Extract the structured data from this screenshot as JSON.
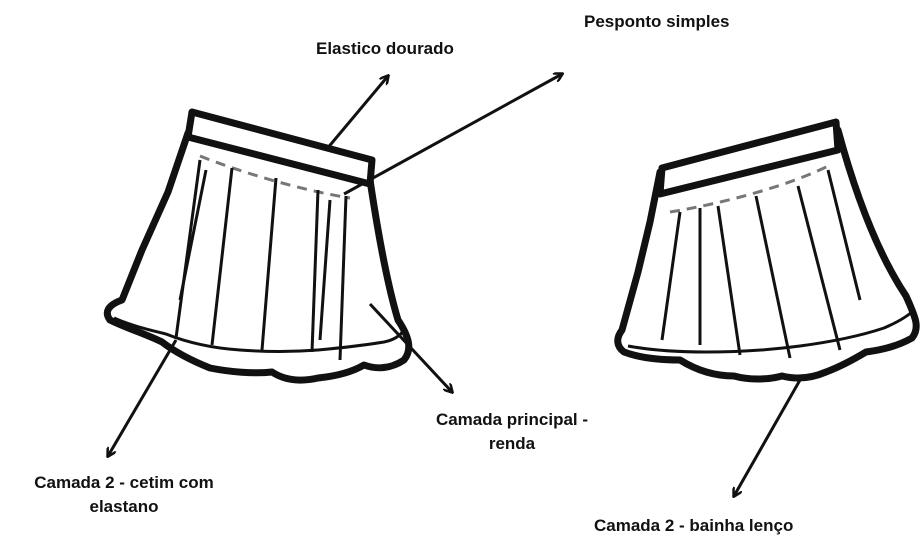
{
  "labels": {
    "elastico": "Elastico dourado",
    "pesponto": "Pesponto simples",
    "camada_principal": "Camada principal - renda",
    "camada2_left": "Camada 2 - cetim com elastano",
    "camada2_right": "Camada 2 - bainha lenço"
  },
  "colors": {
    "ink": "#111111",
    "stitch": "#777777",
    "background": "#ffffff"
  }
}
